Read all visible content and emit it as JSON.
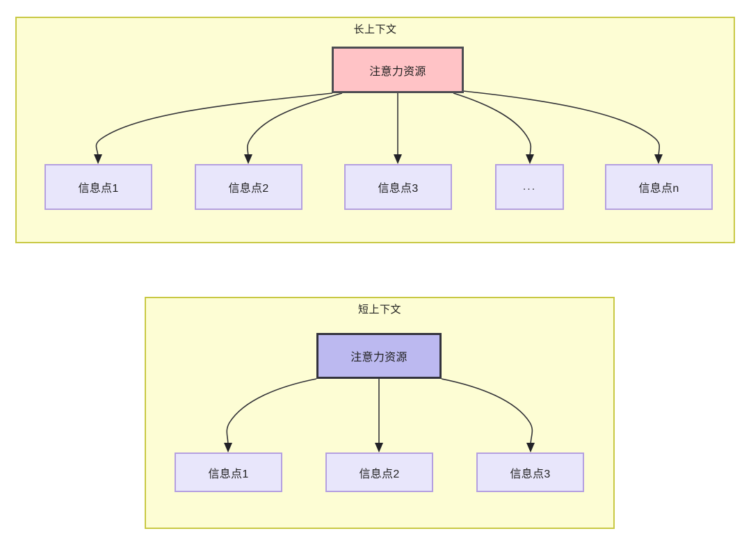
{
  "diagram": {
    "type": "hierarchy-comparison",
    "background_color": "#ffffff",
    "panel_fill": "#fdfdd4",
    "panel_border": "#c8c843",
    "groups": [
      {
        "id": "long-context",
        "title": "长上下文",
        "root": {
          "label": "注意力资源",
          "fill": "#ffc3c6",
          "border": "#4d4d52"
        },
        "children": [
          {
            "label": "信息点1"
          },
          {
            "label": "信息点2"
          },
          {
            "label": "信息点3"
          },
          {
            "label": "..."
          },
          {
            "label": "信息点n"
          }
        ],
        "child_fill": "#e8e6fb",
        "child_border": "#b49fe0"
      },
      {
        "id": "short-context",
        "title": "短上下文",
        "root": {
          "label": "注意力资源",
          "fill": "#bcb9f0",
          "border": "#32323c"
        },
        "children": [
          {
            "label": "信息点1"
          },
          {
            "label": "信息点2"
          },
          {
            "label": "信息点3"
          }
        ],
        "child_fill": "#e8e6fb",
        "child_border": "#b49fe0"
      }
    ],
    "edge_color": "#333338"
  }
}
